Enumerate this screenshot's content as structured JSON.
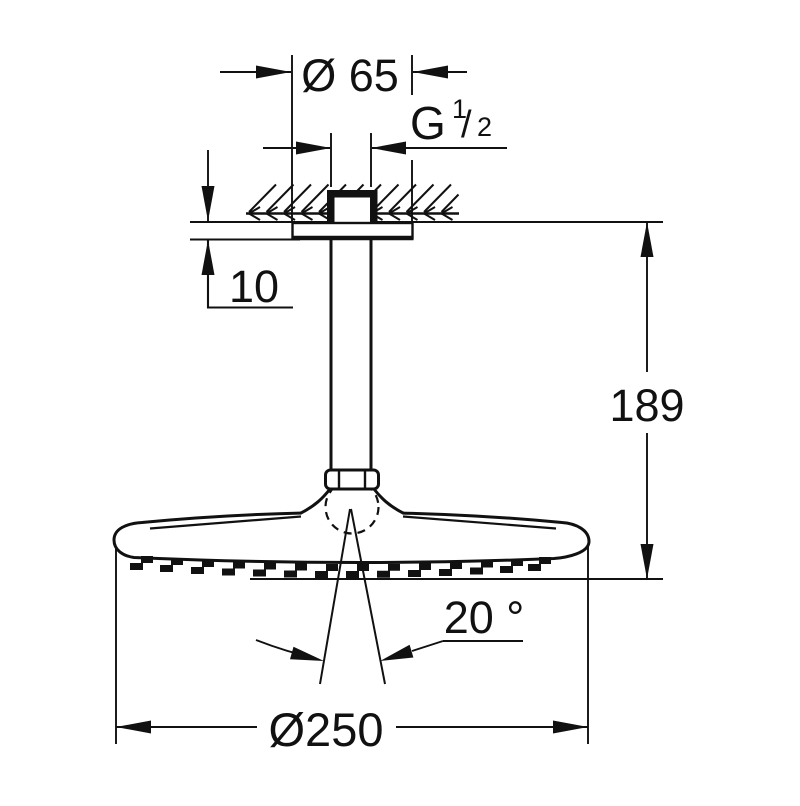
{
  "dims": {
    "flange_diameter": "Ø 65",
    "thread": {
      "prefix": "G",
      "numerator": "1",
      "slash": "/",
      "denominator": "2"
    },
    "flange_thickness": "10",
    "installation_height": "189",
    "spray_angle": "20 °",
    "head_diameter": "Ø250"
  },
  "colors": {
    "line": "#111111",
    "background": "#ffffff"
  }
}
